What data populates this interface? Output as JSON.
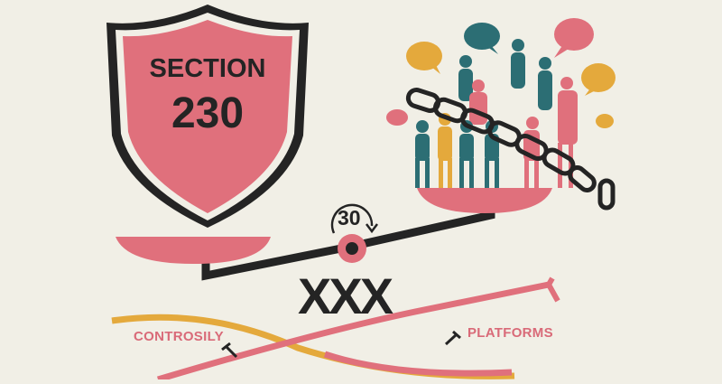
{
  "illustration": {
    "shield": {
      "line1": "SECTION",
      "line2": "230"
    },
    "pivot_badge": "30",
    "center_mark": "XXX",
    "labels": {
      "left": "CONTROSILY",
      "right": "PLATFORMS"
    },
    "colors": {
      "background": "#f1efe6",
      "pink": "#e0707c",
      "teal": "#2c6e74",
      "mustard": "#e4a93c",
      "ink": "#242424"
    }
  }
}
